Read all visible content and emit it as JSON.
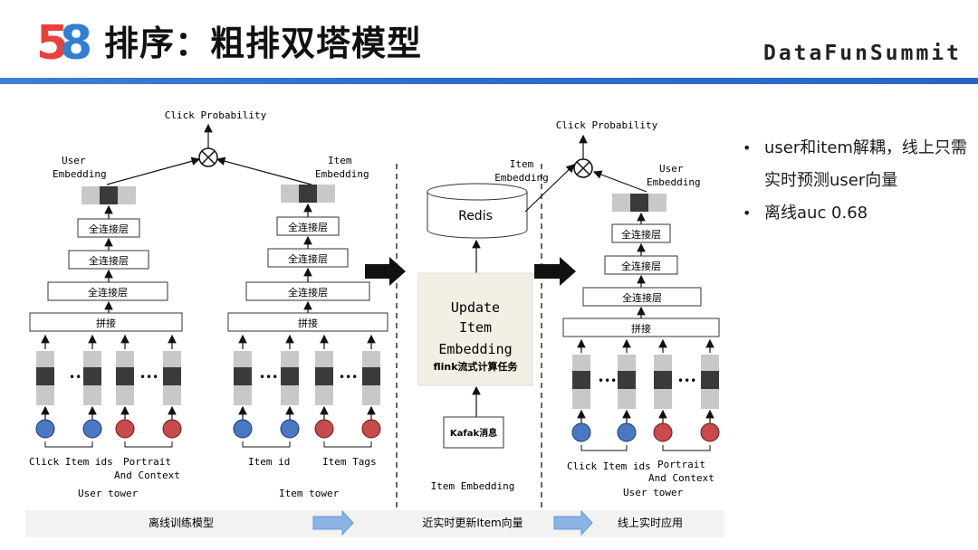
{
  "header": {
    "logo": {
      "digit_1": "5",
      "digit_2": "8"
    },
    "title": "排序：粗排双塔模型",
    "brand": "DataFunSummit"
  },
  "diagram": {
    "offline": {
      "click_probability": "Click Probability",
      "user_embedding": [
        "User",
        "Embedding"
      ],
      "item_embedding": [
        "Item",
        "Embedding"
      ],
      "fc_layer": "全连接层",
      "concat": "拼接",
      "ellipsis": "•••",
      "user_inputs": [
        "Click Item ids",
        "Portrait",
        "And  Context"
      ],
      "user_tower": "User tower",
      "item_inputs": [
        "Item id",
        "Item Tags"
      ],
      "item_tower": "Item tower",
      "caption": "离线训练模型"
    },
    "nearline": {
      "item_embedding": [
        "Item",
        "Embedding"
      ],
      "redis": "Redis",
      "update_box": [
        "Update",
        "Item",
        "Embedding"
      ],
      "flink": "flink流式计算任务",
      "kafka": "Kafak消息",
      "bottom_label": "Item  Embedding",
      "caption": "近实时更新Item向量"
    },
    "online": {
      "click_probability": "Click Probability",
      "user_embedding": [
        "User",
        "Embedding"
      ],
      "fc_layer": "全连接层",
      "concat": "拼接",
      "ellipsis": "•••",
      "user_inputs": [
        "Click Item ids",
        "Portrait",
        "And  Context"
      ],
      "user_tower": "User tower",
      "caption": "线上实时应用"
    }
  },
  "bullets": [
    {
      "text": "user和item解耦，线上只需实时预测user向量"
    },
    {
      "text": "离线auc 0.68"
    }
  ],
  "colors": {
    "blue_node": "#4a78c2",
    "red_node": "#c84a4a",
    "accent_arrow": "#5b9bd5",
    "rule": "#2e6fd0"
  }
}
